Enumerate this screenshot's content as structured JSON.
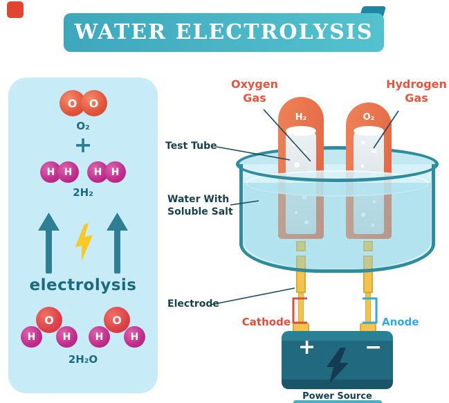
{
  "title": "WATER ELECTROLYSIS",
  "left_panel": {
    "o2_molecule": {
      "atoms": {
        "a1": "O",
        "a2": "O"
      },
      "label": "O₂"
    },
    "plus_sign": "+",
    "h2_molecules": {
      "atoms": {
        "a1": "H",
        "a2": "H",
        "a3": "H",
        "a4": "H"
      },
      "label": "2H₂"
    },
    "process_label": "electrolysis",
    "h2o_molecules": {
      "m1": {
        "o": "O",
        "h1": "H",
        "h2": "H"
      },
      "m2": {
        "o": "O",
        "h1": "H",
        "h2": "H"
      },
      "label": "2H₂O"
    }
  },
  "apparatus": {
    "oxygen_gas_label": "Oxygen Gas",
    "hydrogen_gas_label": "Hydrogen Gas",
    "left_tube_gas": "H₂",
    "right_tube_gas": "O₂",
    "test_tube_label": "Test Tube",
    "water_label": "Water With Soluble Salt",
    "electrode_label": "Electrode",
    "cathode_label": "Cathode",
    "anode_label": "Anode",
    "battery": {
      "plus": "+",
      "minus": "−",
      "label": "Power Source"
    }
  },
  "colors": {
    "banner_teal": "#45B3C6",
    "panel_cyan": "#C7ECF8",
    "oxygen_red": "#E0543B",
    "hydrogen_magenta": "#C02B8C",
    "teal_dark_text": "#1D6A80",
    "callout_dark": "#173F4E",
    "gas_label_red": "#E0573F",
    "cathode_red": "#D9503C",
    "anode_blue": "#33AADE",
    "tube_orange": "#E86A4A",
    "beaker_teal": "#2E8C9E",
    "electrode_yellow": "#F3C44D",
    "battery_teal": "#21697E",
    "lightning_yellow": "#F8C823"
  }
}
